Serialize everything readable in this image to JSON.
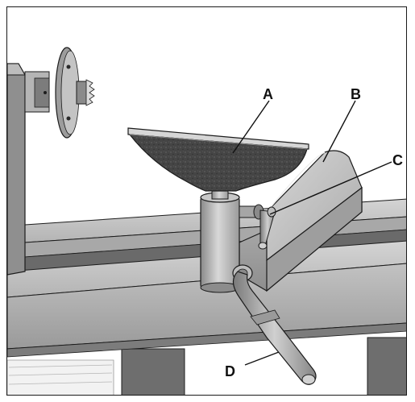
{
  "figure": {
    "callouts": [
      {
        "key": "a",
        "label": "A"
      },
      {
        "key": "b",
        "label": "B"
      },
      {
        "key": "c",
        "label": "C"
      },
      {
        "key": "d",
        "label": "D"
      }
    ]
  },
  "colors": {
    "frame": "#1a1a1a",
    "metal_light": "#c9c9c9",
    "metal_mid": "#9f9f9f",
    "metal_dark": "#5e5e5e",
    "outline": "#1c1c1c",
    "cast_iron": "#3a3a3a"
  }
}
